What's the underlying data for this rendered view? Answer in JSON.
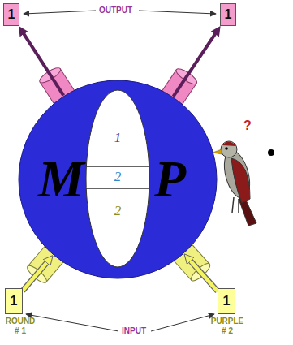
{
  "diagram": {
    "nodes": [
      {
        "text": [
          "1"
        ]
      },
      {
        "text": [
          "1"
        ]
      },
      {
        "text": [
          "M",
          "P"
        ]
      },
      {
        "text": [
          "1",
          "2",
          "2"
        ],
        "in": 2
      },
      {
        "text": [
          "1",
          "ROUND # 1"
        ]
      },
      {
        "text": [
          "1",
          "PURPLE # 2"
        ]
      }
    ],
    "edges": [
      {
        "from": 4,
        "to": 2,
        "arrow": "to"
      },
      {
        "from": 5,
        "to": 2,
        "arrow": "to"
      },
      {
        "from": 2,
        "to": 0,
        "arrow": "to"
      },
      {
        "from": 2,
        "to": 1,
        "arrow": "to"
      }
    ],
    "labels": [
      "OUTPUT",
      "INPUT",
      "?"
    ]
  }
}
